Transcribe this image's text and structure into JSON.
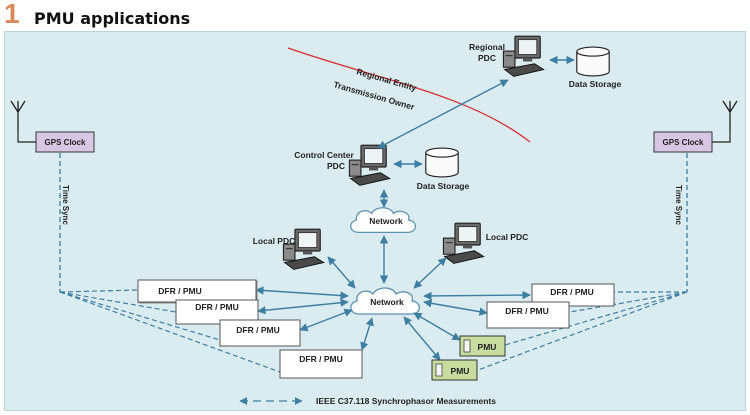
{
  "header": {
    "number": "1",
    "title": "PMU applications"
  },
  "diagram": {
    "regional_pdc": "Regional\nPDC",
    "data_storage_top": "Data Storage",
    "boundary_upper": "Regional Entity",
    "boundary_lower": "Transmission Owner",
    "control_center_pdc": "Control Center\nPDC",
    "data_storage_mid": "Data Storage",
    "gps_left": "GPS Clock",
    "gps_right": "GPS Clock",
    "time_sync_left": "Time Sync",
    "time_sync_right": "Time Sync",
    "network_top": "Network",
    "network_main": "Network",
    "local_pdc_left": "Local PDC",
    "local_pdc_right": "Local PDC",
    "dfr_left": [
      "DFR / PMU",
      "DFR / PMU",
      "DFR / PMU",
      "DFR / PMU"
    ],
    "dfr_right": [
      "DFR / PMU",
      "DFR / PMU"
    ],
    "pmu_units": [
      "PMU",
      "PMU"
    ],
    "legend": "IEEE C37.118 Synchrophasor Measurements"
  },
  "colors": {
    "accent": "#d98a5a",
    "panel": "#dbecf1",
    "link": "#3d7fa3",
    "boundary": "#d43030",
    "pmu_box": "#c8dca0"
  }
}
